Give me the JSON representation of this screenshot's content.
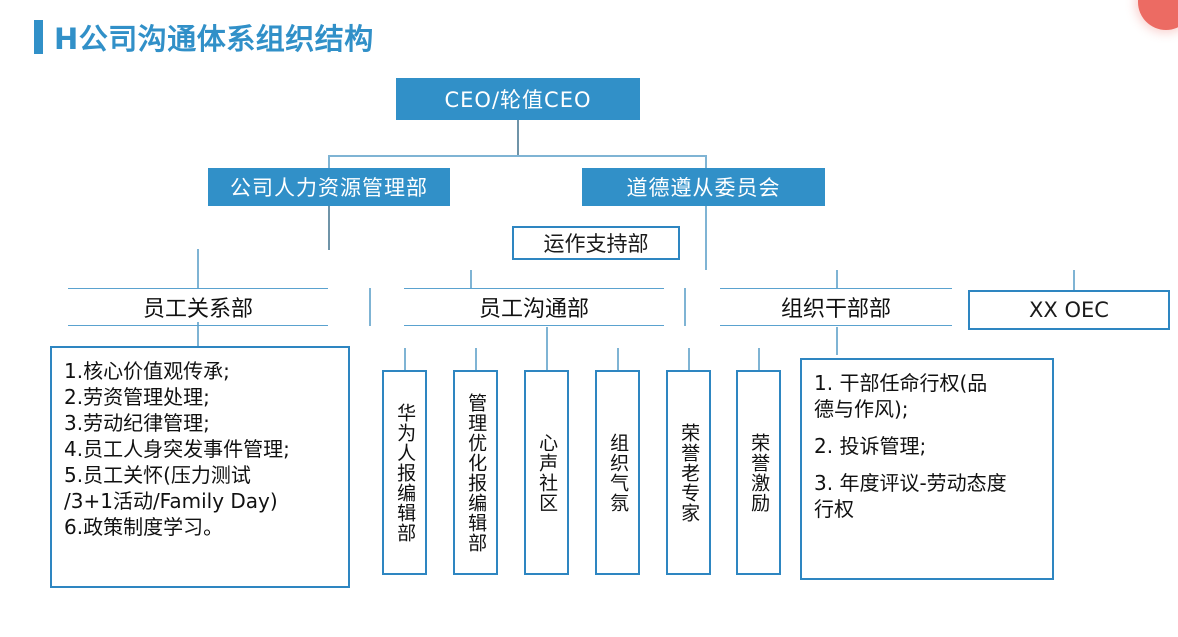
{
  "slide": {
    "title": "H公司沟通体系组织结构",
    "accent_color": "#3190c8",
    "blob_color": "#ec6b63",
    "connector_color": "#7fb4d4",
    "outline_color": "#2e86c1"
  },
  "org": {
    "ceo": {
      "label": "CEO/轮值CEO"
    },
    "level2": [
      {
        "label": "公司人力资源管理部"
      },
      {
        "label": "道德遵从委员会"
      }
    ],
    "support": {
      "label": "运作支持部"
    },
    "level3": [
      {
        "label": "员工关系部"
      },
      {
        "label": "员工沟通部"
      },
      {
        "label": "组织干部部"
      },
      {
        "label": "XX OEC"
      }
    ],
    "communication_units": [
      {
        "label": "华为人报编辑部"
      },
      {
        "label": "管理优化报编辑部"
      },
      {
        "label": "心声社区"
      },
      {
        "label": "组织气氛"
      },
      {
        "label": "荣誉老专家"
      },
      {
        "label": "荣誉激励"
      }
    ]
  },
  "employee_relations_panel": {
    "items": [
      "1.核心价值观传承;",
      "2.劳资管理处理;",
      "3.劳动纪律管理;",
      "4.员工人身突发事件管理;",
      "5.员工关怀(压力测试",
      "/3+1活动/Family Day)",
      "6.政策制度学习。"
    ]
  },
  "cadre_panel": {
    "items": [
      "1. 干部任命行权(品\n德与作风);",
      "2. 投诉管理;",
      "3. 年度评议-劳动态度\n行权"
    ]
  }
}
